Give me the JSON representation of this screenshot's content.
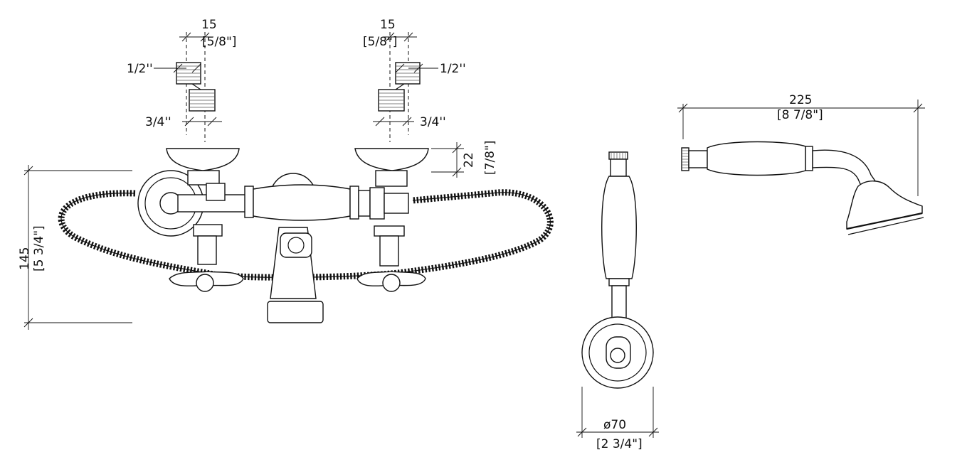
{
  "dimensions": {
    "left_offset_mm": "15",
    "left_offset_in": "[5/8\"]",
    "right_offset_mm": "15",
    "right_offset_in": "[5/8\"]",
    "left_inlet_top_thread": "1/2''",
    "left_inlet_bottom_thread": "3/4''",
    "right_inlet_top_thread": "1/2''",
    "right_inlet_bottom_thread": "3/4''",
    "flange_height_mm": "22",
    "flange_height_in": "[7/8\"]",
    "overall_height_mm": "145",
    "overall_height_in": "[5 3/4\"]",
    "wall_plate_diameter_mm": "ø70",
    "wall_plate_diameter_in": "[2 3/4\"]",
    "hand_shower_length_mm": "225",
    "hand_shower_length_in": "[8 7/8\"]"
  }
}
